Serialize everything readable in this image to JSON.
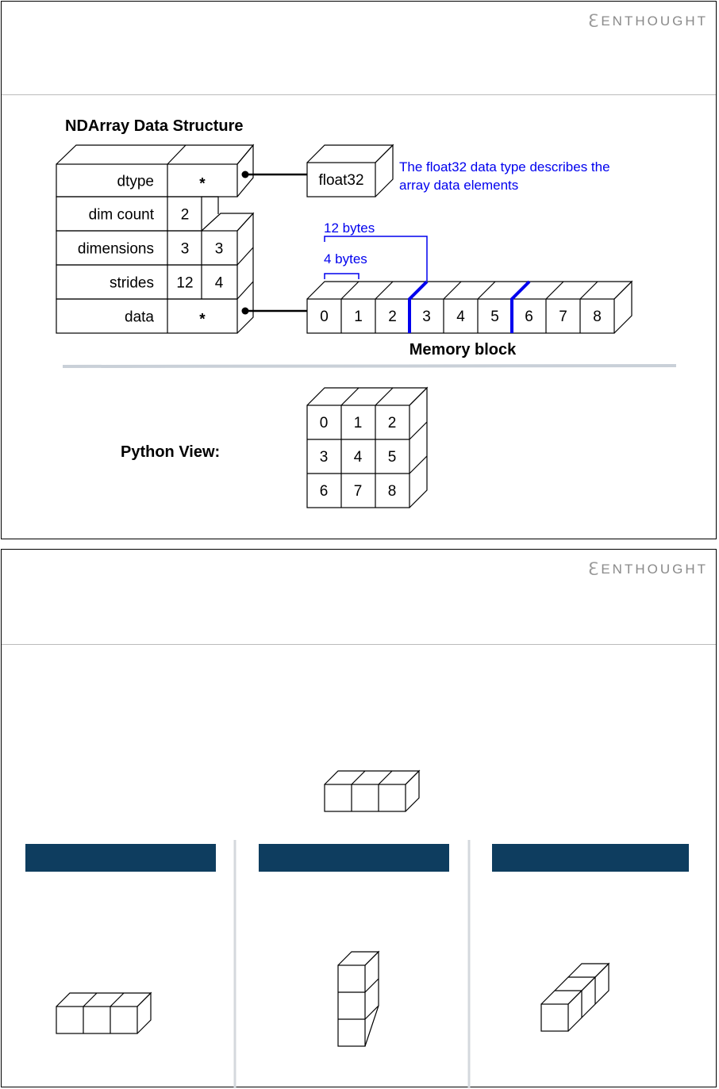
{
  "slide1": {
    "logo": {
      "mark": "ℇ",
      "text": "ENTHOUGHT",
      "icon": "enthought-logo-icon"
    },
    "heading": "NDArray Data Structure",
    "fields": [
      {
        "label": "dtype",
        "values": [
          "*"
        ]
      },
      {
        "label": "dim count",
        "values": [
          "2"
        ]
      },
      {
        "label": "dimensions",
        "values": [
          "3",
          "3"
        ]
      },
      {
        "label": "strides",
        "values": [
          "12",
          "4"
        ]
      },
      {
        "label": "data",
        "values": [
          "*"
        ]
      }
    ],
    "dtype_box": "float32",
    "dtype_note_line1": "The float32 data type describes the",
    "dtype_note_line2": "array data elements",
    "stride_12": "12 bytes",
    "stride_4": "4 bytes",
    "memory_cells": [
      "0",
      "1",
      "2",
      "3",
      "4",
      "5",
      "6",
      "7",
      "8"
    ],
    "memory_label": "Memory block",
    "python_view_label": "Python View:",
    "grid": [
      [
        "0",
        "1",
        "2"
      ],
      [
        "3",
        "4",
        "5"
      ],
      [
        "6",
        "7",
        "8"
      ]
    ],
    "colors": {
      "blue": "#0000ee",
      "navy": "#0e3d5f"
    }
  },
  "slide2": {
    "logo": {
      "mark": "ℇ",
      "text": "ENTHOUGHT",
      "icon": "enthought-logo-icon"
    },
    "column_headers": [
      "",
      "",
      ""
    ]
  }
}
